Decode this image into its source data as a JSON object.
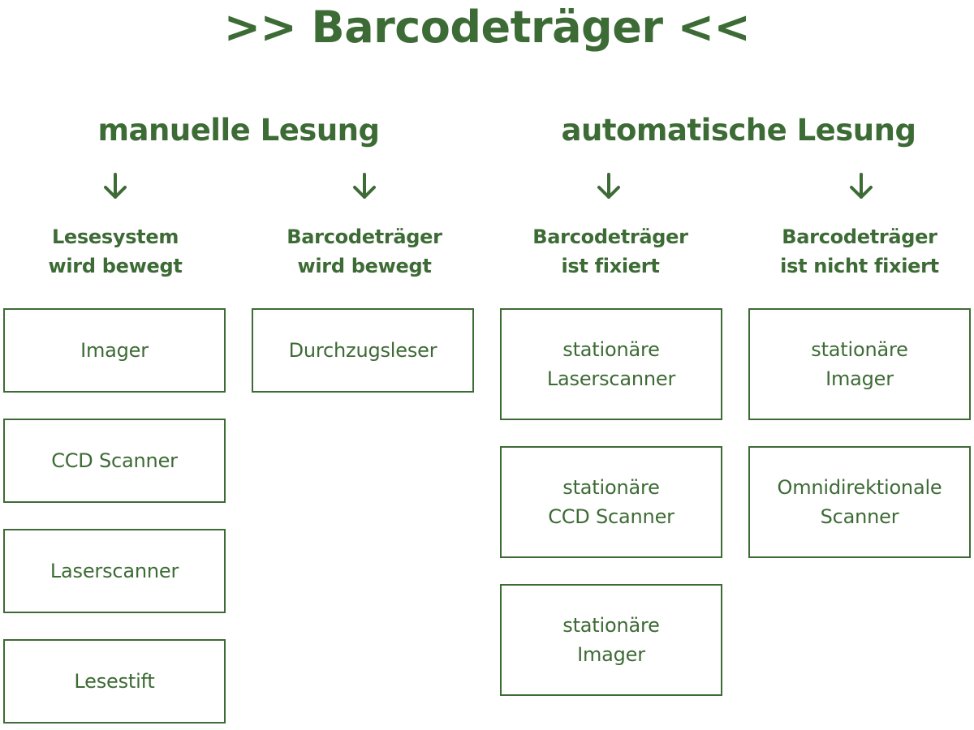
{
  "title": ">> Barcodeträger <<",
  "groups": [
    {
      "heading": "manuelle Lesung",
      "columns": [
        {
          "heading": "Lesesystem\nwird bewegt",
          "items": [
            "Imager",
            "CCD Scanner",
            "Laserscanner",
            "Lesestift"
          ]
        },
        {
          "heading": "Barcodeträger\nwird bewegt",
          "items": [
            "Durchzugsleser"
          ]
        }
      ]
    },
    {
      "heading": "automatische Lesung",
      "columns": [
        {
          "heading": "Barcodeträger\nist fixiert",
          "items": [
            "stationäre\nLaserscanner",
            "stationäre\nCCD Scanner",
            "stationäre\nImager"
          ]
        },
        {
          "heading": "Barcodeträger\nist nicht fixiert",
          "items": [
            "stationäre\nImager",
            "Omnidirektionale\nScanner"
          ]
        }
      ]
    }
  ],
  "colors": {
    "primary": "#3d6b35",
    "background": "#ffffff"
  },
  "icons": {
    "arrow": "arrow-down-icon"
  }
}
